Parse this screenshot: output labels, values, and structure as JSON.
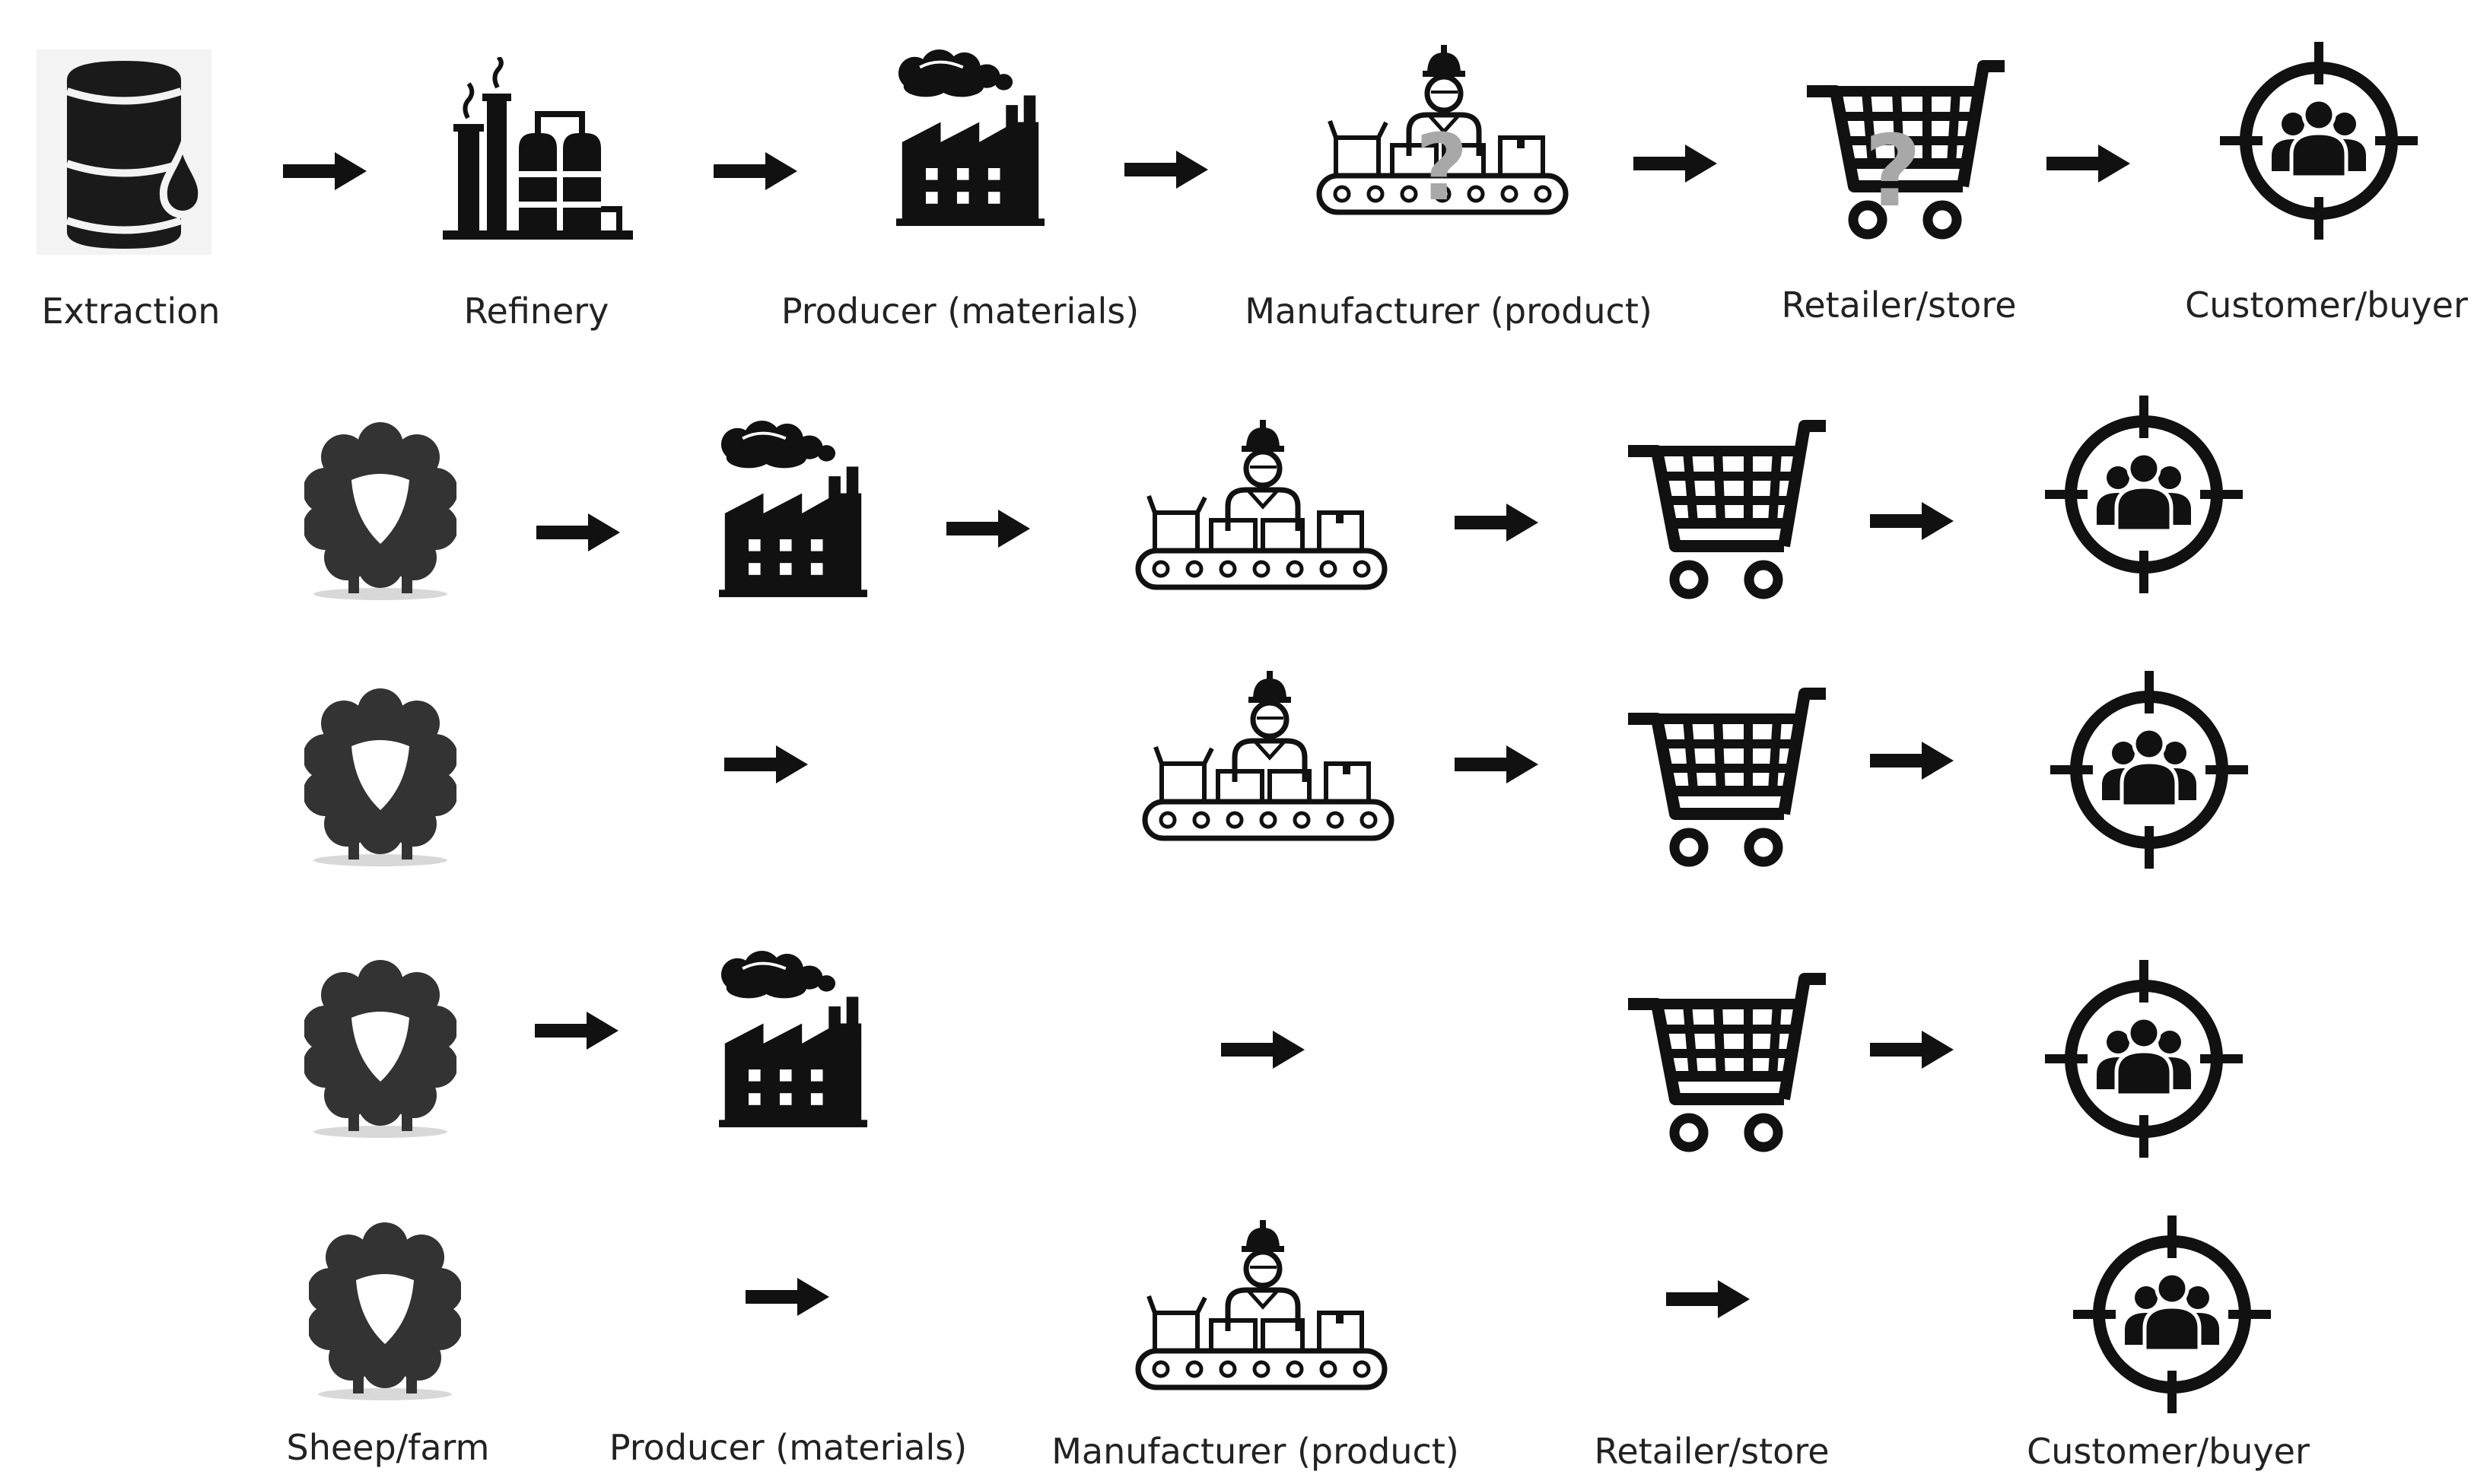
{
  "top_labels": {
    "extraction": "Extraction",
    "refinery": "Refinery",
    "producer": "Producer (materials)",
    "manufacturer": "Manufacturer (product)",
    "retailer": "Retailer/store",
    "customer": "Customer/buyer"
  },
  "bottom_labels": {
    "sheep": "Sheep/farm",
    "producer": "Producer (materials)",
    "manufacturer": "Manufacturer (product)",
    "retailer": "Retailer/store",
    "customer": "Customer/buyer"
  },
  "question_mark": "?",
  "icons": {
    "oil_barrel": "oil-barrel-icon",
    "refinery": "refinery-icon",
    "factory": "factory-icon",
    "conveyor": "conveyor-worker-icon",
    "cart": "shopping-cart-icon",
    "target": "target-customers-icon",
    "sheep": "sheep-icon",
    "arrow": "right-arrow-icon"
  },
  "colors": {
    "icon": "#111111",
    "question": "#a8a8a8",
    "sheep": "#333333",
    "label": "#222222"
  }
}
